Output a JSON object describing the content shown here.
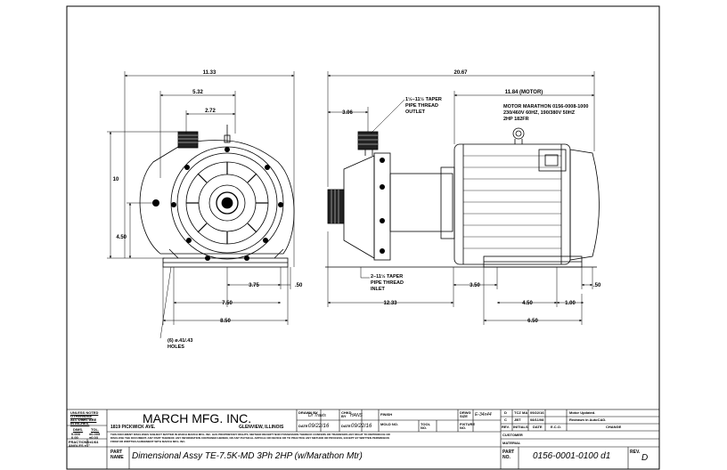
{
  "front_view": {
    "dim_overall_width": "11.33",
    "dim_outlet_offset": "5.32",
    "dim_outlet_center": "2.72",
    "dim_overall_height": "10",
    "dim_shaft_height": "4.50",
    "dim_foot_half": "3.75",
    "dim_foot_gap": ".50",
    "dim_foot_span": "7.50",
    "dim_base_width": "8.50",
    "holes_note_1": "(6) ø.41/.43",
    "holes_note_2": "HOLES"
  },
  "side_view": {
    "dim_overall_length": "20.67",
    "dim_motor_length": "11.84 (MOTOR)",
    "dim_outlet_offset": "3.06",
    "outlet_note_1": "1½–11½ TAPER",
    "outlet_note_2": "PIPE THREAD",
    "outlet_note_3": "OUTLET",
    "inlet_note_1": "2–11½ TAPER",
    "inlet_note_2": "PIPE THREAD",
    "inlet_note_3": "INLET",
    "motor_note_1": "MOTOR MARATHON 0156-0008-1000",
    "motor_note_2": "230/460V 60HZ, 190/380V 50HZ",
    "motor_note_3": "2HP 182FR",
    "dim_inlet_to_foot": "3.50",
    "dim_foot_gap": ".50",
    "dim_pump_to_foot": "12.33",
    "dim_foot_bolt_span": "4.50",
    "dim_foot_edge": "1.00",
    "dim_foot_length": "6.50"
  },
  "title_block": {
    "tolerance_header_1": "UNLESS NOTED",
    "tolerance_header_2": "OTHERWISE",
    "tolerance_header_3": "ALL DIMS. ARE",
    "tolerance_header_4": "IN INCHES.",
    "tol_col_dims": "DIMS.",
    "tol_col_tol": "TOL.",
    "tol_row1_dim": "0.000",
    "tol_row1_tol": "±0.005",
    "tol_row2_dim": "0.00",
    "tol_row2_tol": "±0.03",
    "tol_fractions": "FRACTIONS±1/64",
    "tol_angles": "ANGLES  ±1°",
    "company": "MARCH MFG. INC.",
    "address": "1819 PICKWICK AVE.",
    "city": "GLENVIEW, ILLINOIS",
    "drawn_by_label": "DRAWN BY",
    "drawn_by": "Dr Travis",
    "chkd_by_label": "CHKD BY",
    "chkd_by": "HANS",
    "finish_label": "FINISH",
    "drwg_size_label": "DRWG SIZE",
    "drwg_size": "E-34x44",
    "date_label": "DATE",
    "date_drawn": "09/22/16",
    "date_chkd": "09/22/16",
    "mold_label": "MOLD NO.",
    "tool_label": "TOOL NO.",
    "fixture_label": "FIXTURE NO.",
    "disclaimer_1": "THIS DOCUMENT DISCLOSES SUBJECT MATTER IN WHICH MARCH MFG. INC. HAS PROPRIETARY RIGHTS. NEITHER RECEIPT NOR POSSESSION THEREOF CONFERS OR TRANSFERS ANY RIGHT TO REPRODUCE OR",
    "disclaimer_2": "DISCLOSE THE DOCUMENT, ANY PART THEREOF, ANY INFORMATION CONTAINED HEREIN, OR ANY PHYSICAL ARTICLE OR DEVICE OR TO PRACTICE ANY METHOD OR PROCESS, EXCEPT BY WRITTEN PERMISSION",
    "disclaimer_3": "FROM OR WRITTEN AGREEMENT WITH MARCH MFG. INC.",
    "part_name_label_1": "PART",
    "part_name_label_2": "NAME",
    "part_name": "Dimensional Assy TE-7.5K-MD 3Ph 2HP (w/Marathon Mtr)",
    "part_no_label_1": "PART",
    "part_no_label_2": "NO.",
    "part_no": "0156-0001-0100 d1",
    "rev_label": "REV.",
    "rev": "D",
    "revisions": [
      {
        "rev": "D",
        "by": "TCZ",
        "mark": "MA",
        "date": "09/22/16",
        "change": "Motor Updated."
      },
      {
        "rev": "C",
        "by": "JBT",
        "mark": "",
        "date": "08/11/08",
        "change": "Redrawn in AutoCAD."
      }
    ],
    "rev_hdr_rev": "REV.",
    "rev_hdr_initials": "INITIALS",
    "rev_hdr_date": "DATE",
    "rev_hdr_eco": "E.C.O.",
    "rev_hdr_change": "CHANGE",
    "customer_label": "CUSTOMER",
    "material_label": "MATERIAL"
  }
}
